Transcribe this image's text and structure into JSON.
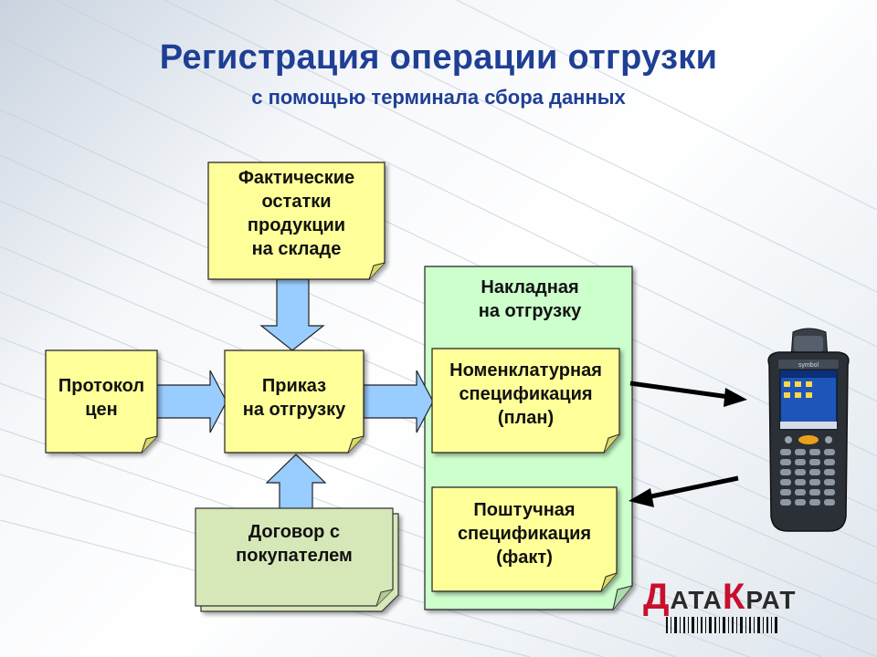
{
  "title": "Регистрация операции отгрузки",
  "subtitle": "с помощью терминала сбора данных",
  "nodes": {
    "facts": "Фактические\nостатки\nпродукции\nна складе",
    "protocol": "Протокол\nцен",
    "order": "Приказ\nна отгрузку",
    "contract": "Договор с\nпокупателем",
    "invoice": "Накладная\nна отгрузку",
    "plan": "Номенклатурная\nспецификация\n(план)",
    "fact": "Поштучная\nспецификация\n(факт)"
  },
  "device": {
    "brand": "symbol"
  },
  "logo": {
    "first_letter": "Д",
    "part1": "АТА",
    "second_letter": "К",
    "part2": "РАТ"
  },
  "colors": {
    "title": "#1f3f95",
    "note_yellow": "#ffff99",
    "note_green": "#d7e8b8",
    "panel_green": "#ccffcc",
    "arrow_blue": "#99ccff",
    "logo_red": "#c8102e"
  }
}
